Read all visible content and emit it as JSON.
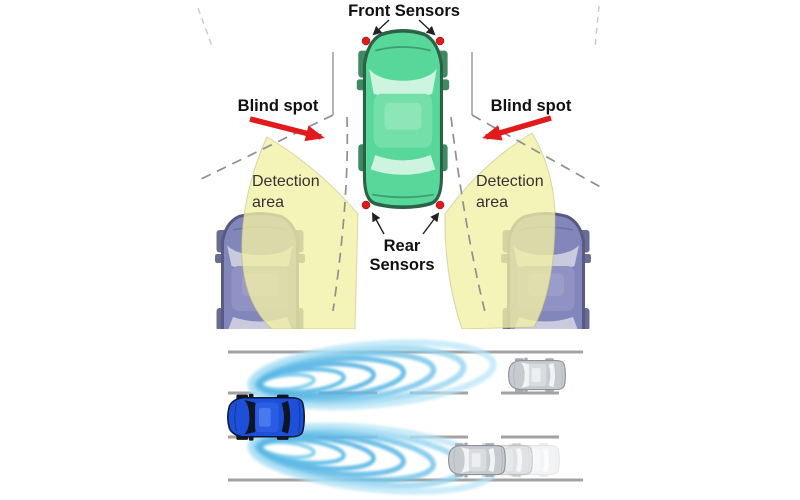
{
  "top_diagram": {
    "front_sensors_label": "Front Sensors",
    "blind_spot_left_label": "Blind spot",
    "blind_spot_right_label": "Blind spot",
    "detection_area_left_line1": "Detection",
    "detection_area_left_line2": "area",
    "detection_area_right_line1": "Detection",
    "detection_area_right_line2": "area",
    "rear_sensors_line1": "Rear",
    "rear_sensors_line2": "Sensors"
  },
  "bottom_scene": {
    "host_vehicle": "blue-car",
    "detected_vehicles": [
      "silver-car-left-lane",
      "silver-car-approaching-right-lane"
    ],
    "lanes": 3
  },
  "colors": {
    "sensor_dot_red": "#e11b1b",
    "blind_spot_arrow_red": "#e11b1b",
    "detection_area_yellow": "#f2f1a4",
    "host_car_green": "#58d79a",
    "neighbor_car_purple": "#8386bb",
    "host_car_blue": "#1d4fd8",
    "target_car_silver": "#c7cbcf",
    "radar_wave_blue": "#55b4e3",
    "road_line_gray": "#a2a2a2",
    "label_text_black": "#111111",
    "detection_text_gray": "#333333"
  }
}
